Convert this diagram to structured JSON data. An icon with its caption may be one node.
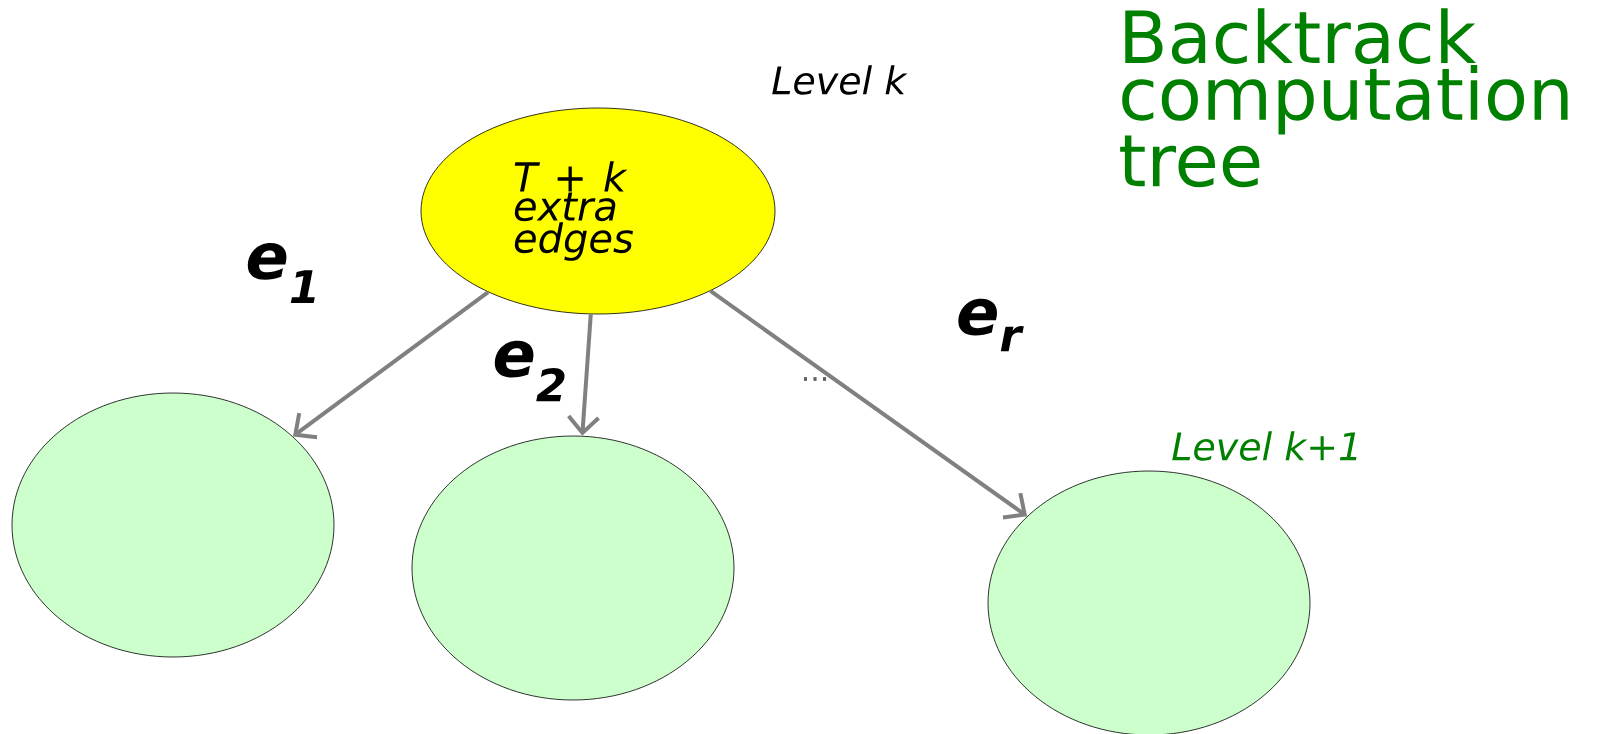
{
  "diagram": {
    "title": "Backtrack computation tree",
    "nodes": [
      {
        "text": [
          "T + k extra edges"
        ],
        "beside": [
          "Level k"
        ]
      },
      {
        "text": [],
        "shape": "circle"
      },
      {
        "text": [],
        "shape": "circle"
      },
      {
        "text": [],
        "shape": "circle",
        "beside": [
          "Level k+1"
        ]
      }
    ],
    "edges": [
      {
        "from": 0,
        "to": 1,
        "arrow": "to",
        "label": "e$_{1}$"
      },
      {
        "from": 0,
        "to": 2,
        "arrow": "to",
        "label": "e$_{2}$"
      },
      {
        "from": 0,
        "to": 3,
        "arrow": "to",
        "label": "e$_{r}$"
      }
    ],
    "labels": [
      "..."
    ]
  }
}
